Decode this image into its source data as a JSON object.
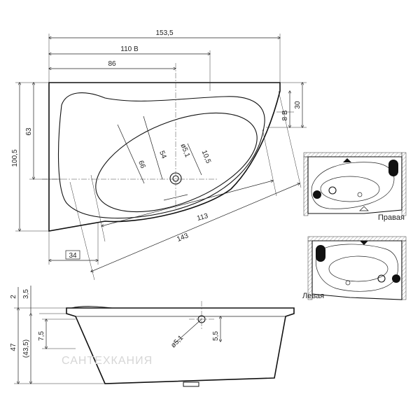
{
  "top_view": {
    "dims": {
      "overall_length": "153,5",
      "length_b1": "110 B",
      "length_b2": "86",
      "height_total": "100,5",
      "height_inner": "63",
      "right_30": "30",
      "right_8b": "8 B",
      "d_54": "54",
      "d_66": "66",
      "drain": "ø5,1",
      "d_105": "10,5",
      "d_113": "113",
      "d_143": "143",
      "d_34": "34"
    }
  },
  "side_view": {
    "dims": {
      "d_2": "2",
      "d_35": "3,5",
      "d_47": "47",
      "d_435": "(43,5)",
      "d_75": "7,5",
      "drain": "ø5,1",
      "d_55": "5,5"
    }
  },
  "variants": {
    "right_label": "Правая",
    "left_label": "Левая"
  },
  "watermark": "САНТЕХКАНИЯ"
}
